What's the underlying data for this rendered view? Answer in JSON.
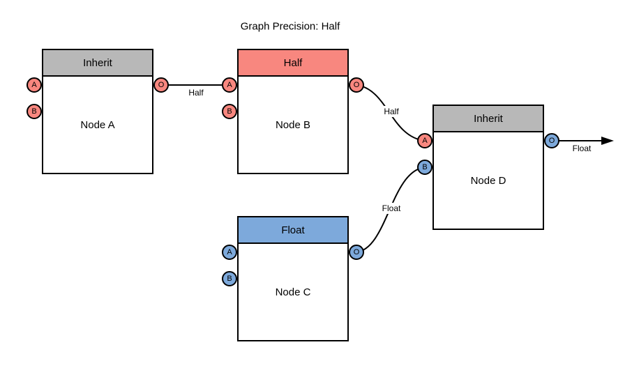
{
  "title": "Graph Precision: Half",
  "colors": {
    "salmon": "#F8877F",
    "blue": "#7DA9DB",
    "gray": "#B8B8B8",
    "stroke": "#000000",
    "background": "#FFFFFF"
  },
  "nodes": [
    {
      "id": "node-a",
      "header": "Inherit",
      "label": "Node A",
      "header_color": "gray",
      "ports": {
        "a": "A",
        "b": "B",
        "o": "O"
      },
      "port_colors": {
        "a": "salmon",
        "b": "salmon",
        "o": "salmon"
      }
    },
    {
      "id": "node-b",
      "header": "Half",
      "label": "Node B",
      "header_color": "salmon",
      "ports": {
        "a": "A",
        "b": "B",
        "o": "O"
      },
      "port_colors": {
        "a": "salmon",
        "b": "salmon",
        "o": "salmon"
      }
    },
    {
      "id": "node-c",
      "header": "Float",
      "label": "Node C",
      "header_color": "blue",
      "ports": {
        "a": "A",
        "b": "B",
        "o": "O"
      },
      "port_colors": {
        "a": "blue",
        "b": "blue",
        "o": "blue"
      }
    },
    {
      "id": "node-d",
      "header": "Inherit",
      "label": "Node D",
      "header_color": "gray",
      "ports": {
        "a": "A",
        "b": "B",
        "o": "O"
      },
      "port_colors": {
        "a": "salmon",
        "b": "blue",
        "o": "blue"
      }
    }
  ],
  "edges": [
    {
      "from": "node-a.o",
      "to": "node-b.a",
      "label": "Half"
    },
    {
      "from": "node-b.o",
      "to": "node-d.a",
      "label": "Half"
    },
    {
      "from": "node-c.o",
      "to": "node-d.b",
      "label": "Float"
    },
    {
      "from": "node-d.o",
      "to": "graph-output",
      "label": "Float"
    }
  ]
}
